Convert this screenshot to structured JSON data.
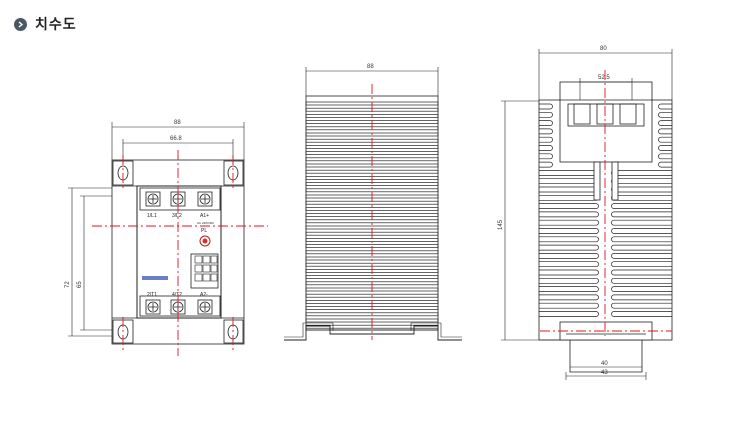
{
  "page": {
    "title": "치수도"
  },
  "front_view": {
    "dim_width_outer": "88",
    "dim_width_inner": "66.8",
    "dim_height_outer": "72",
    "dim_height_inner": "65",
    "terminal_labels": [
      "1/L1",
      "3/L2",
      "A1+",
      "2/T1",
      "4/T2",
      "A2-"
    ],
    "led_label": "PL",
    "small_text": "AC 220V/DC"
  },
  "side_view": {
    "dim_width": "88"
  },
  "end_view": {
    "dim_width": "80",
    "dim_block": "52.5",
    "dim_height": "145",
    "dim_rail_inner": "40",
    "dim_rail_outer": "43"
  },
  "colors": {
    "line": "#222222",
    "center_line": "#e0141e",
    "bullet": "#4a5866"
  }
}
